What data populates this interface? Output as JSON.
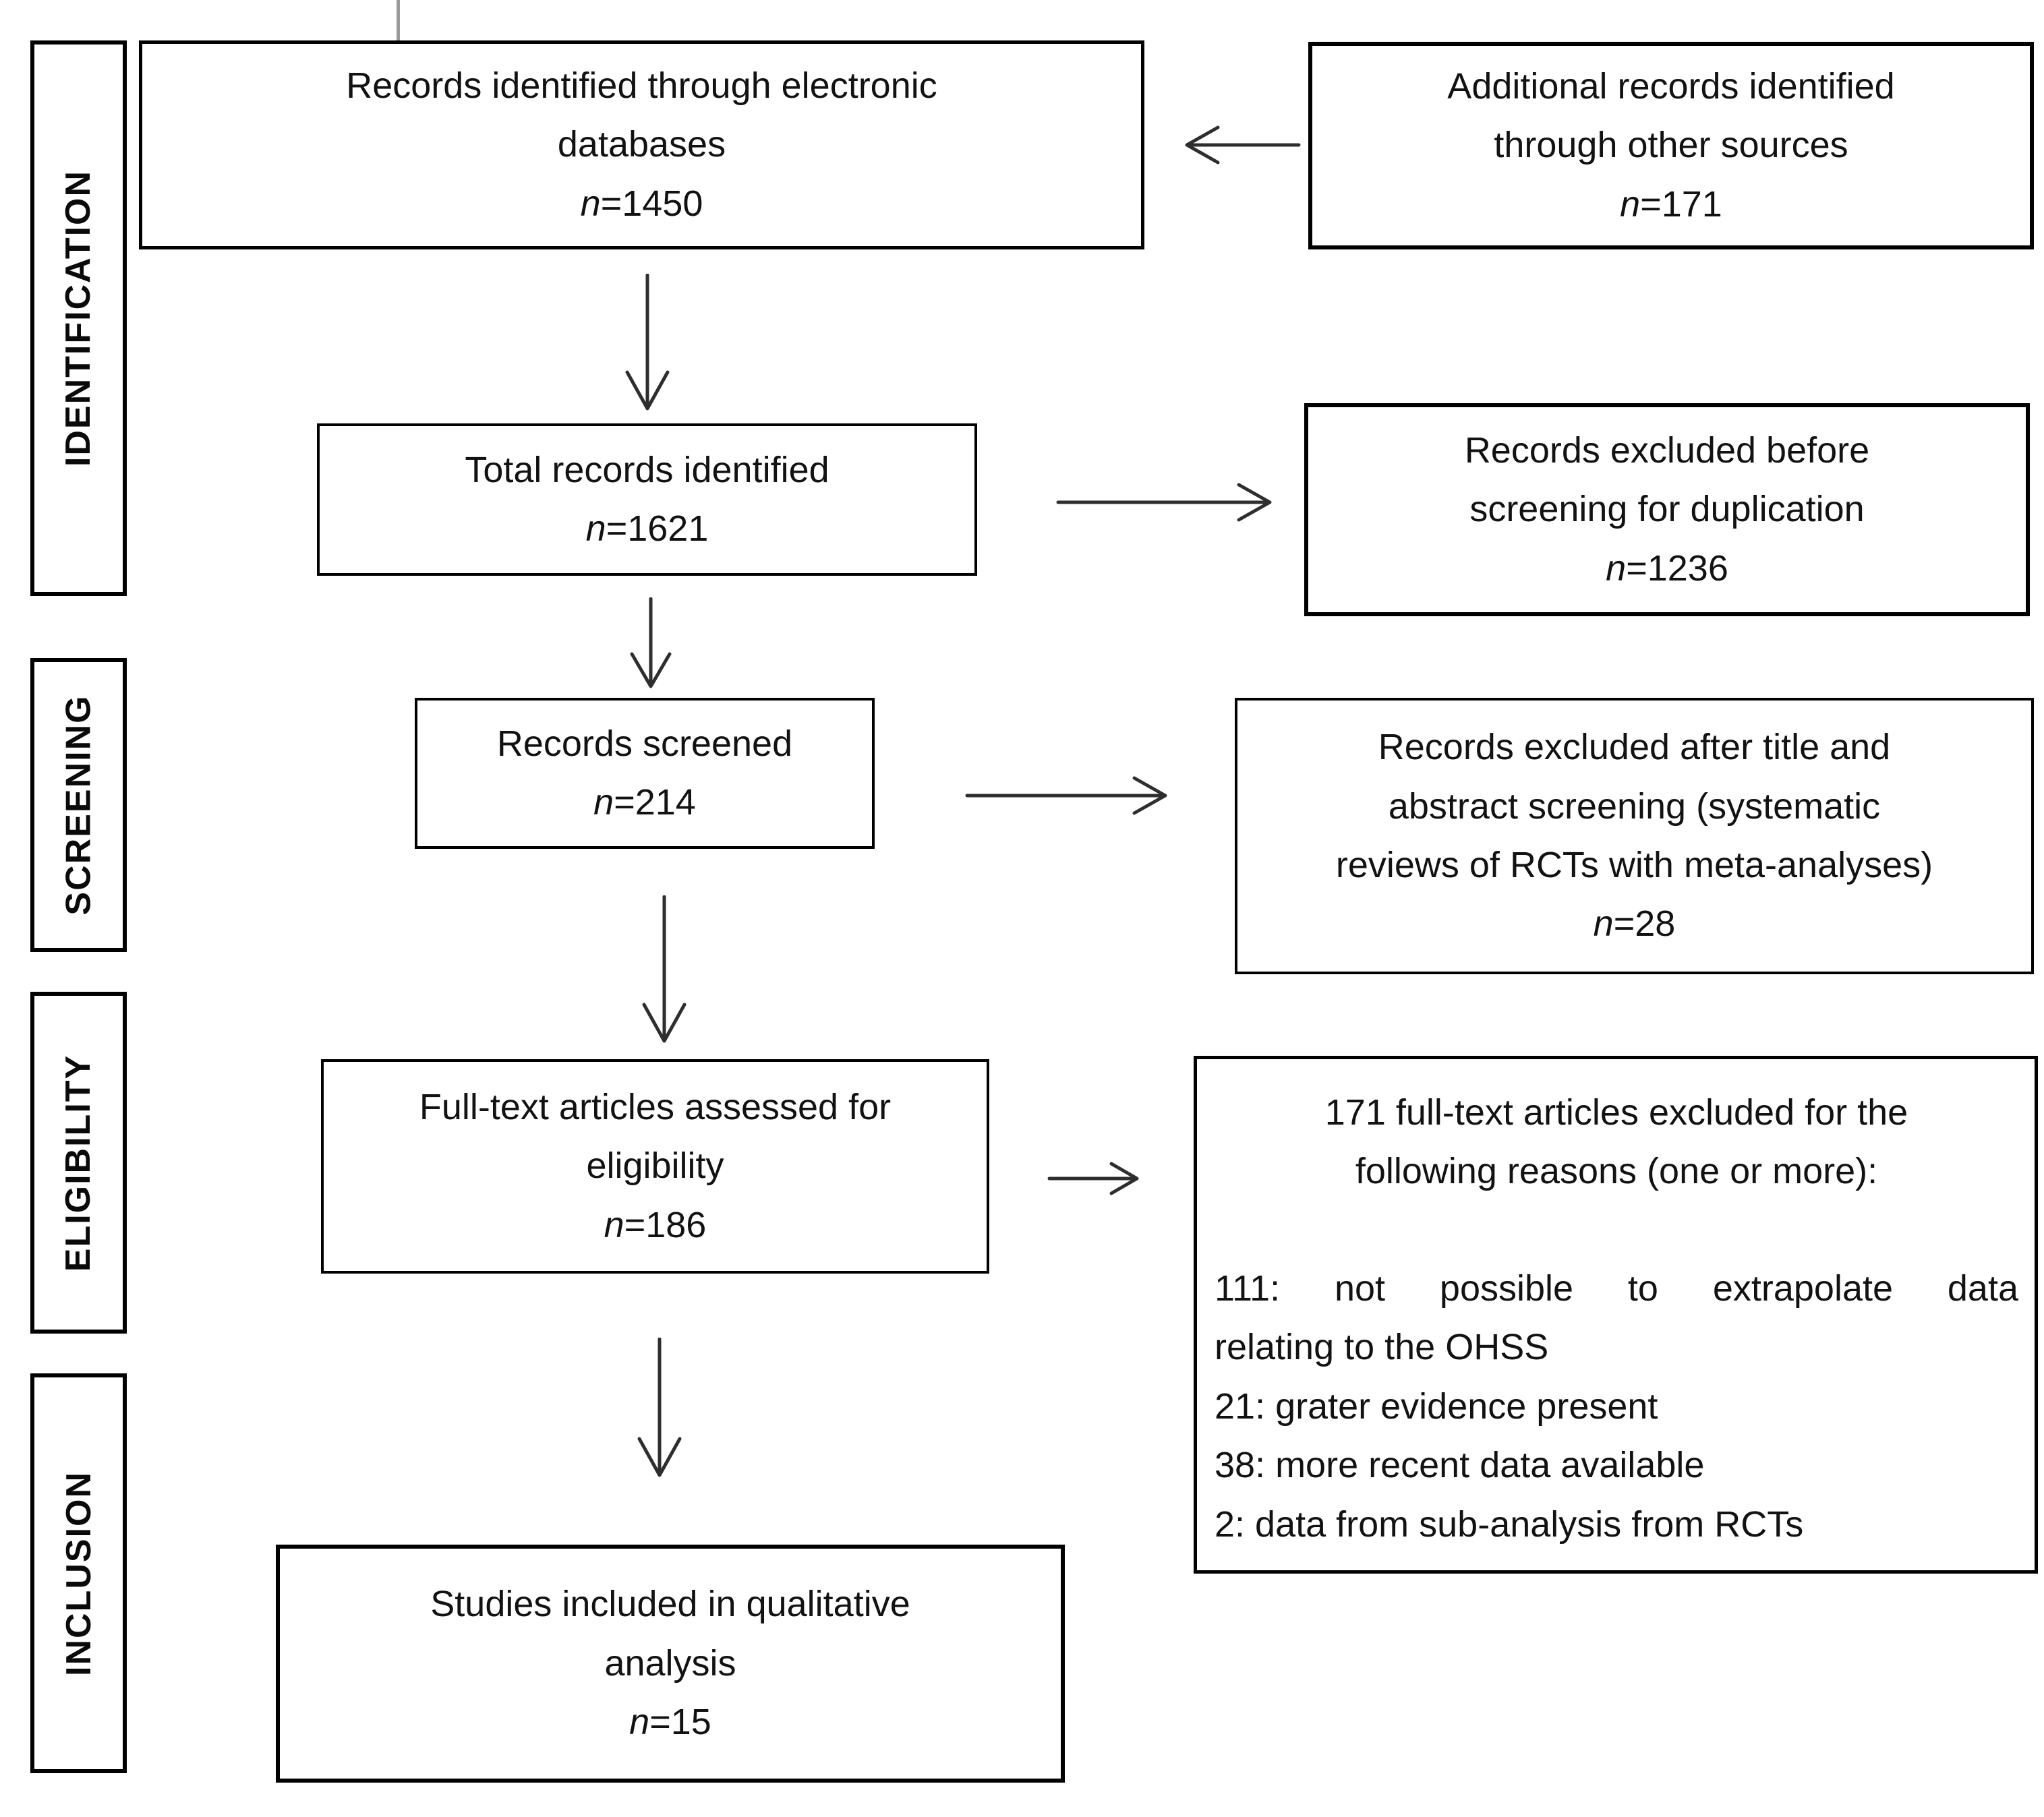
{
  "sidebar": {
    "stages": [
      {
        "label": "IDENTIFICATION"
      },
      {
        "label": "SCREENING"
      },
      {
        "label": "ELIGIBILITY"
      },
      {
        "label": "INCLUSION"
      }
    ]
  },
  "boxes": {
    "records_identified": {
      "line1": "Records identified through electronic",
      "line2": "databases",
      "n_italic": "n",
      "count": "=1450"
    },
    "additional_records": {
      "line1": "Additional records identified",
      "line2": "through other sources",
      "n_italic": "n",
      "count": "=171"
    },
    "total_records": {
      "line1": "Total records identified",
      "n_italic": "n",
      "count": "=1621"
    },
    "excluded_duplication": {
      "line1": "Records excluded before",
      "line2": "screening for duplication",
      "n_italic": "n",
      "count": "=1236"
    },
    "records_screened": {
      "line1": "Records screened",
      "n_italic": "n",
      "count": "=214"
    },
    "excluded_title_abstract": {
      "line1": "Records excluded after title and",
      "line2": "abstract screening (systematic",
      "line3": "reviews of RCTs with meta-analyses)",
      "n_italic": "n",
      "count": "=28"
    },
    "fulltext_assessed": {
      "line1": "Full-text articles assessed for",
      "line2": "eligibility",
      "n_italic": "n",
      "count": "=186"
    },
    "fulltext_excluded": {
      "header_line1": "171 full-text articles excluded for the",
      "header_line2": "following reasons (one or more):",
      "reason1_line1": "111: not possible to extrapolate data",
      "reason1_line2": "relating to the OHSS",
      "reason2": "21: grater evidence present",
      "reason3": "38: more recent data available",
      "reason4": "2: data from sub-analysis from RCTs"
    },
    "studies_included": {
      "line1": "Studies included in qualitative",
      "line2": "analysis",
      "n_italic": "n",
      "count": "=15"
    }
  },
  "connectors": [
    {
      "name": "additional-records-to-records-identified",
      "direction": "left"
    },
    {
      "name": "records-identified-to-total-records",
      "direction": "down"
    },
    {
      "name": "total-records-to-excluded-duplication",
      "direction": "right"
    },
    {
      "name": "total-records-to-records-screened",
      "direction": "down"
    },
    {
      "name": "records-screened-to-excluded-title-abstract",
      "direction": "right"
    },
    {
      "name": "records-screened-to-fulltext-assessed",
      "direction": "down"
    },
    {
      "name": "fulltext-assessed-to-fulltext-excluded",
      "direction": "right"
    },
    {
      "name": "fulltext-assessed-to-studies-included",
      "direction": "down"
    }
  ],
  "colors": {
    "background": "#ffffff",
    "border": "#000000",
    "text": "#121212",
    "arrow": "#2e2e2e"
  }
}
